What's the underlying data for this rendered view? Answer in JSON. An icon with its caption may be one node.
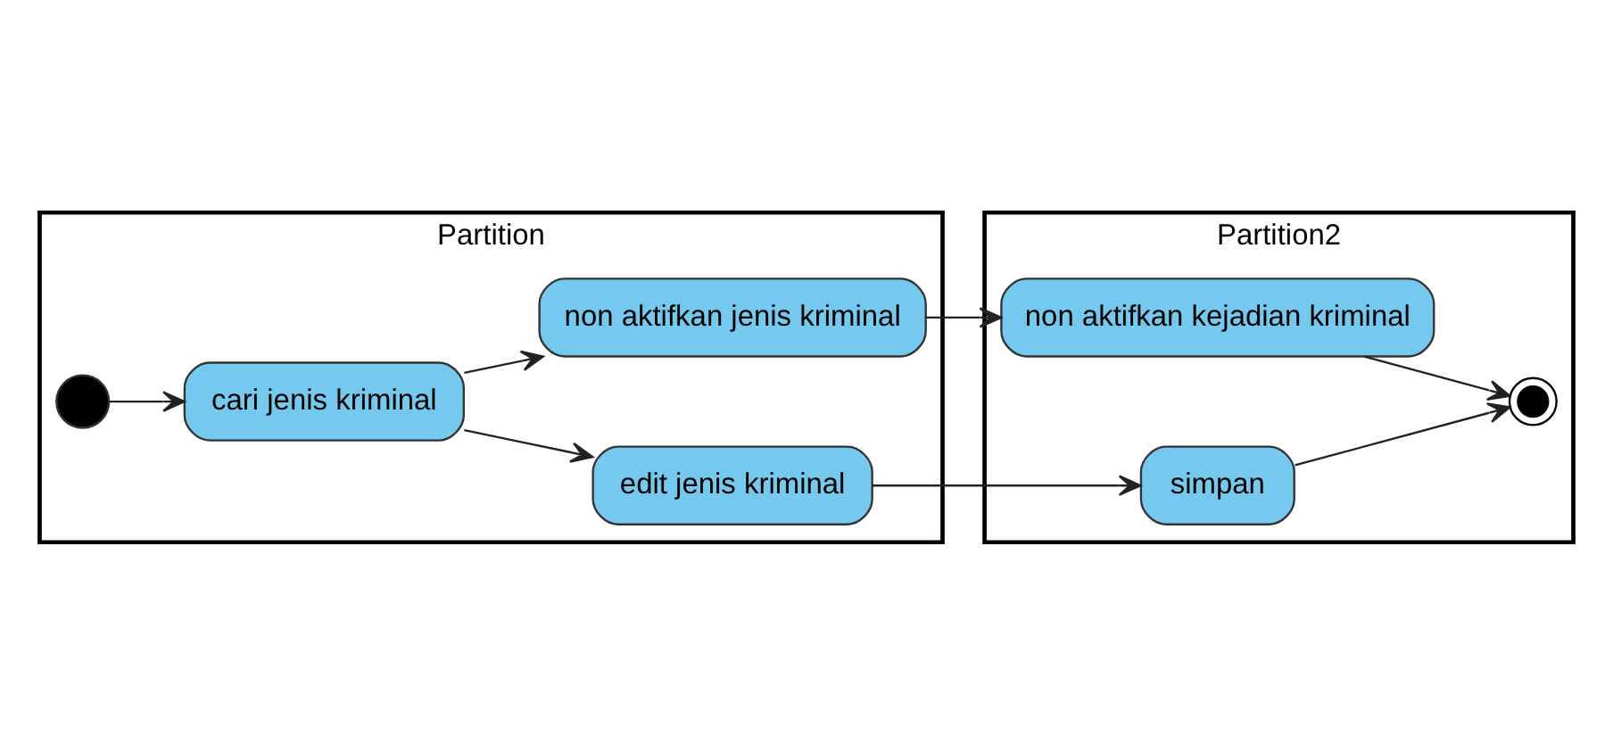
{
  "diagram": {
    "nodes": [
      {
        "text": [
          "Partition"
        ]
      },
      {
        "text": [
          "Partition2"
        ]
      },
      {
        "text": [],
        "shape": "circle",
        "in": 0
      },
      {
        "text": [
          "cari jenis kriminal"
        ],
        "in": 0
      },
      {
        "text": [
          "edit jenis kriminal"
        ],
        "in": 0
      },
      {
        "text": [
          "non aktifkan jenis kriminal"
        ],
        "in": 0
      },
      {
        "text": [
          "simpan"
        ],
        "in": 1
      },
      {
        "text": [
          "non aktifkan kejadian kriminal"
        ],
        "in": 1
      },
      {
        "text": [],
        "shape": "circle",
        "in": 1
      }
    ],
    "edges": [
      {
        "from": 2,
        "to": 3,
        "arrow": "to"
      },
      {
        "from": 3,
        "to": 4,
        "arrow": "to"
      },
      {
        "from": 3,
        "to": 5,
        "arrow": "to"
      },
      {
        "from": 4,
        "to": 6,
        "arrow": "to"
      },
      {
        "from": 5,
        "to": 7,
        "arrow": "to"
      },
      {
        "from": 6,
        "to": 8,
        "arrow": "to"
      },
      {
        "from": 7,
        "to": 8,
        "arrow": "to"
      }
    ]
  }
}
